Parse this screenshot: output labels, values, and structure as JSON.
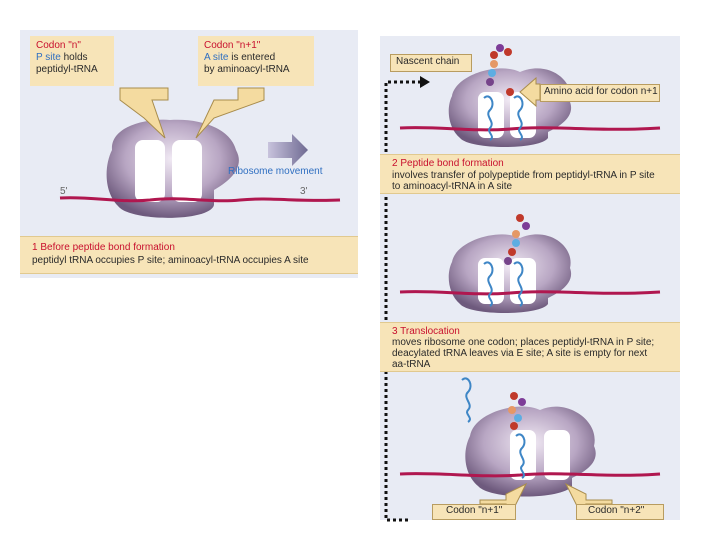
{
  "left": {
    "codon_n": {
      "line1": "Codon \"n\"",
      "line2_a": "P site",
      "line2_b": " holds",
      "line3": "peptidyl-tRNA"
    },
    "codon_n1": {
      "line1": "Codon \"n+1\"",
      "line2_a": "A site",
      "line2_b": " is entered",
      "line3": "by aminoacyl-tRNA"
    },
    "movement": "Ribosome movement",
    "five_prime": "5'",
    "three_prime": "3'",
    "step1": {
      "title": "1 Before peptide bond formation",
      "text": "peptidyl tRNA occupies P site; aminoacyl-tRNA occupies A site"
    }
  },
  "right": {
    "nascent": "Nascent chain",
    "amino_acid": "Amino acid for codon n+1",
    "step2": {
      "title": "2 Peptide bond formation",
      "line1": "involves transfer of polypeptide from peptidyl-tRNA in P site",
      "line2": "to aminoacyl-tRNA in A site"
    },
    "step3": {
      "title": "3 Translocation",
      "line1": "moves ribosome one codon; places peptidyl-tRNA in P site;",
      "line2": "deacylated tRNA leaves via E site; A site is empty for next",
      "line3": "aa-tRNA"
    },
    "codon_n1_bottom": "Codon \"n+1\"",
    "codon_n2_bottom": "Codon \"n+2\""
  },
  "colors": {
    "panel": "#e8ebf4",
    "strip": "#f7e4b8",
    "mrna": "#b0174f",
    "ribosome": "#8e7b9c",
    "trna": "#3e86c6",
    "accent_red": "#c8102e",
    "accent_blue": "#2f6fc1"
  }
}
